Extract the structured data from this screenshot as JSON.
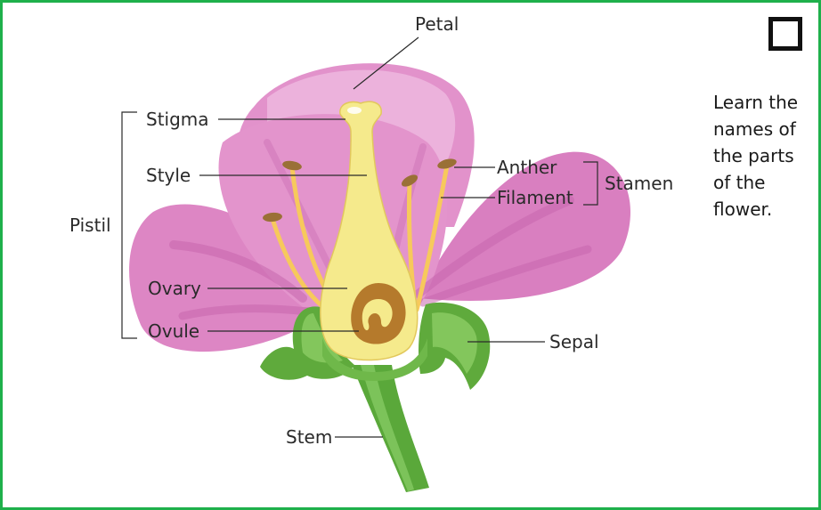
{
  "instruction": {
    "lines": [
      "Learn the",
      "names of",
      "the parts",
      "of the",
      "flower."
    ]
  },
  "labels": {
    "petal": "Petal",
    "stigma": "Stigma",
    "style": "Style",
    "pistil": "Pistil",
    "ovary": "Ovary",
    "ovule": "Ovule",
    "anther": "Anther",
    "filament": "Filament",
    "stamen": "Stamen",
    "sepal": "Sepal",
    "stem": "Stem"
  },
  "colors": {
    "frame": "#1fb04b",
    "petal": "#dd86c4",
    "petal_light": "#ecb2dc",
    "petal_vein": "#c766ad",
    "pistil": "#f5ea8c",
    "filament": "#f7c95c",
    "anther": "#9a7036",
    "ovary": "#b57a2c",
    "sepal": "#5faa3c",
    "stem": "#5aa83a"
  }
}
